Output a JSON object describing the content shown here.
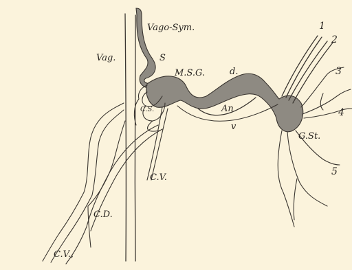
{
  "background": "#fbf3dc",
  "ink": "#3a3530",
  "labels": {
    "vago_sym": "Vago-Sym.",
    "vag": "Vag.",
    "s": "S",
    "msg": "M.S.G.",
    "d": "d.",
    "cs": "C.S.",
    "an": "An",
    "v": "v",
    "cv": "C.V.",
    "cd": "C.D.",
    "cv1": "C.V.,",
    "gst": "G.St.",
    "n1": "1",
    "n2": "2",
    "n3": "3",
    "n4": "4",
    "n5": "5"
  }
}
